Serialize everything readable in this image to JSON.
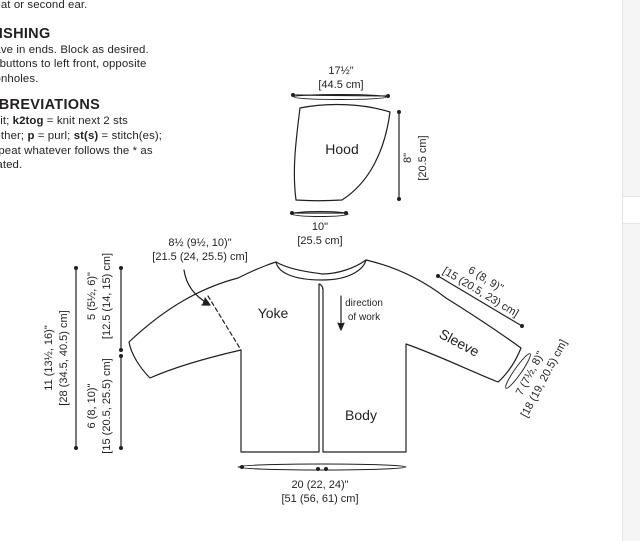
{
  "instructions": {
    "top_line": "peat or second ear.",
    "finishing": {
      "heading": "NISHING",
      "lines": [
        "eave in ends. Block as desired.",
        "w buttons to left front, opposite",
        "ttonholes."
      ]
    },
    "abbreviations": {
      "heading": "BBREVIATIONS",
      "line1": {
        "pre": " knit; ",
        "k2tog": "k2tog",
        "post": " = knit next 2 sts"
      },
      "line2": {
        "pre": "gether; ",
        "p": "p",
        "mid": " = purl; ",
        "sts": "st(s)",
        "post": " = stitch(es);"
      },
      "line3": "repeat whatever follows the * as",
      "line4": "icated."
    }
  },
  "schematic": {
    "hood": {
      "label": "Hood",
      "width_top": "17½\"",
      "width_top_cm": "[44.5 cm]",
      "width_bottom": "10\"",
      "width_bottom_cm": "[25.5 cm]",
      "height": "8\"",
      "height_cm": "[20.5 cm]"
    },
    "sweater": {
      "yoke_label": "Yoke",
      "body_label": "Body",
      "sleeve_label": "Sleeve",
      "direction_line1": "direction",
      "direction_line2": "of work",
      "armhole": "8½ (9½, 10)\"",
      "armhole_cm": "[21.5 (24, 25.5) cm]",
      "sleeve_length": "6 (8, 9)\"",
      "sleeve_length_cm": "[15 (20.5, 23) cm]",
      "cuff": "7 (7½, 8)\"",
      "cuff_cm": "[18 (19, 20.5) cm]",
      "yoke_depth": "5 (5½, 6)\"",
      "yoke_depth_cm": "[12.5 (14, 15) cm]",
      "total_length": "11 (13½, 16)\"",
      "total_length_cm": "[28 (34.5, 40.5) cm]",
      "body_length": "6 (8, 10)\"",
      "body_length_cm": "[15 (20.5, 25.5) cm]",
      "chest": "20 (22, 24)\"",
      "chest_cm": "[51 (56, 61) cm]"
    }
  }
}
